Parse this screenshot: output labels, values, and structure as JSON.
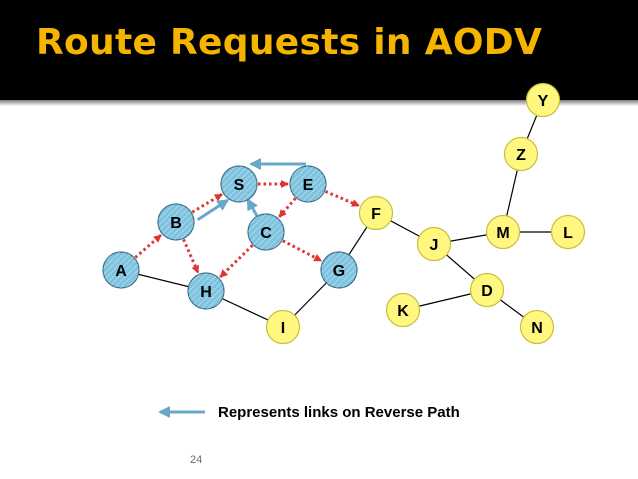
{
  "title": "Route Requests in AODV",
  "legend_text": "Represents links on Reverse Path",
  "page_number": "24",
  "colors": {
    "title_text": "#f4b400",
    "title_background": "#000000",
    "node_blue": "#7ec3df",
    "node_yellow": "#fff780",
    "reverse_arrow": "#6aa8c8",
    "dotted_arrow": "#e23232",
    "link": "#000000"
  },
  "nodes": [
    {
      "id": "A",
      "style": "blue"
    },
    {
      "id": "B",
      "style": "blue"
    },
    {
      "id": "S",
      "style": "blue"
    },
    {
      "id": "E",
      "style": "blue"
    },
    {
      "id": "C",
      "style": "blue"
    },
    {
      "id": "H",
      "style": "blue"
    },
    {
      "id": "G",
      "style": "blue"
    },
    {
      "id": "F",
      "style": "yellow"
    },
    {
      "id": "I",
      "style": "yellow"
    },
    {
      "id": "J",
      "style": "yellow"
    },
    {
      "id": "K",
      "style": "yellow"
    },
    {
      "id": "M",
      "style": "yellow"
    },
    {
      "id": "L",
      "style": "yellow"
    },
    {
      "id": "D",
      "style": "yellow"
    },
    {
      "id": "N",
      "style": "yellow"
    },
    {
      "id": "Z",
      "style": "yellow"
    },
    {
      "id": "Y",
      "style": "yellow"
    }
  ],
  "links": [
    [
      "A",
      "H"
    ],
    [
      "H",
      "I"
    ],
    [
      "I",
      "G"
    ],
    [
      "G",
      "F"
    ],
    [
      "F",
      "J"
    ],
    [
      "J",
      "M"
    ],
    [
      "M",
      "L"
    ],
    [
      "J",
      "D"
    ],
    [
      "D",
      "K"
    ],
    [
      "D",
      "N"
    ],
    [
      "M",
      "Z"
    ],
    [
      "Z",
      "Y"
    ]
  ],
  "route_request_arrows": [
    [
      "A",
      "B"
    ],
    [
      "B",
      "S"
    ],
    [
      "B",
      "H"
    ],
    [
      "S",
      "E"
    ],
    [
      "E",
      "F"
    ],
    [
      "E",
      "C"
    ],
    [
      "C",
      "H"
    ],
    [
      "C",
      "G"
    ]
  ],
  "reverse_path_arrows": [
    [
      "B",
      "S"
    ],
    [
      "C",
      "S"
    ],
    [
      "E",
      "S"
    ]
  ]
}
